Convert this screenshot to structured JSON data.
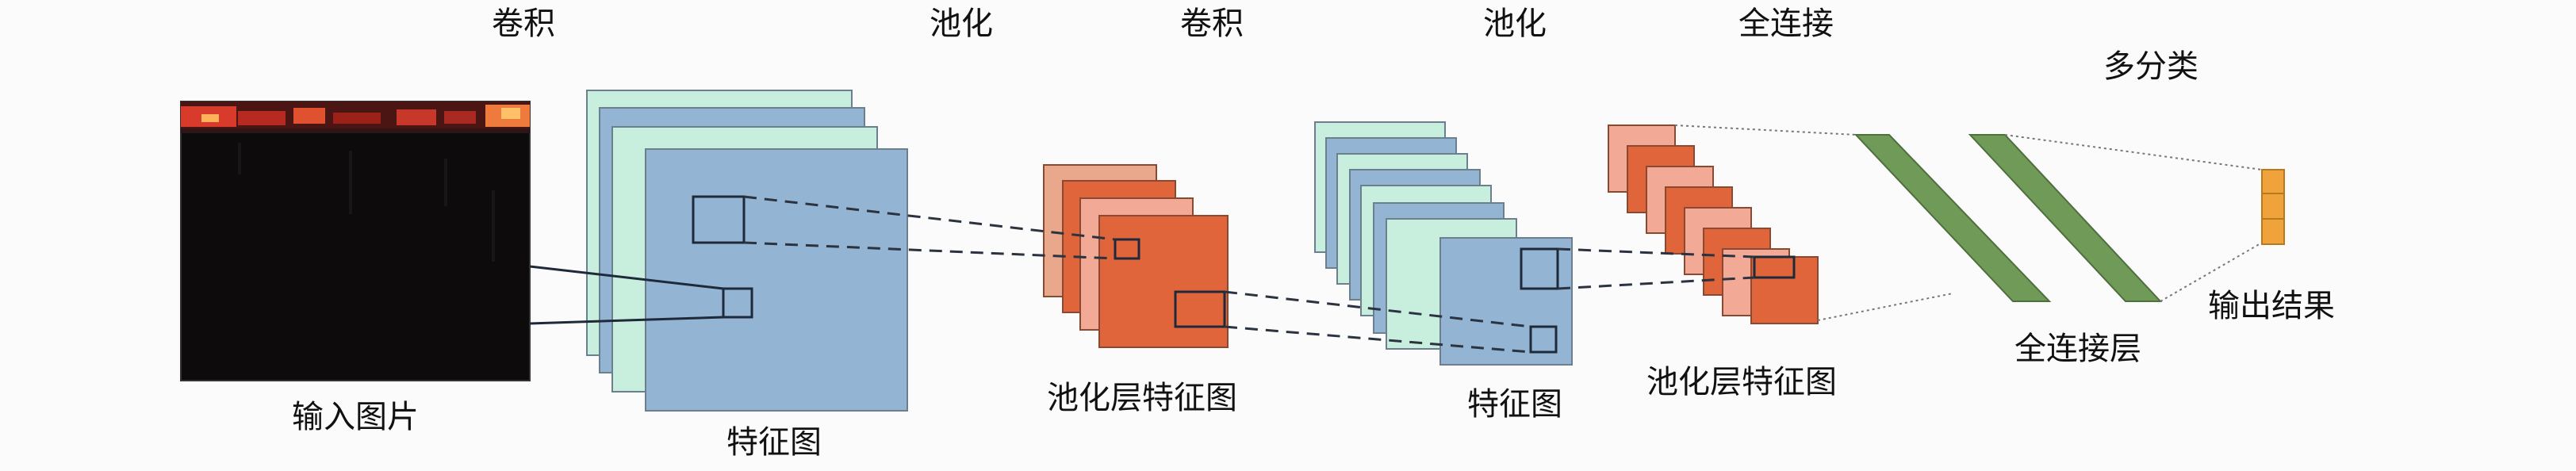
{
  "stages": {
    "conv1": "卷积",
    "pool1": "池化",
    "conv2": "卷积",
    "pool2": "池化",
    "fc": "全连接",
    "multiclass": "多分类"
  },
  "captions": {
    "input_image": "输入图片",
    "feature_map_1": "特征图",
    "pooled_feature_map_1": "池化层特征图",
    "feature_map_2": "特征图",
    "pooled_feature_map_2": "池化层特征图",
    "fc_layer": "全连接层",
    "output": "输出结果"
  },
  "colors": {
    "map_mint": "#c8eedd",
    "map_blue": "#93b4d2",
    "map_peach": "#f2a996",
    "map_orange": "#e0653a",
    "fc_band": "#6f9a58",
    "output_node": "#f0a33a",
    "input_bg": "#0d0b0b"
  }
}
